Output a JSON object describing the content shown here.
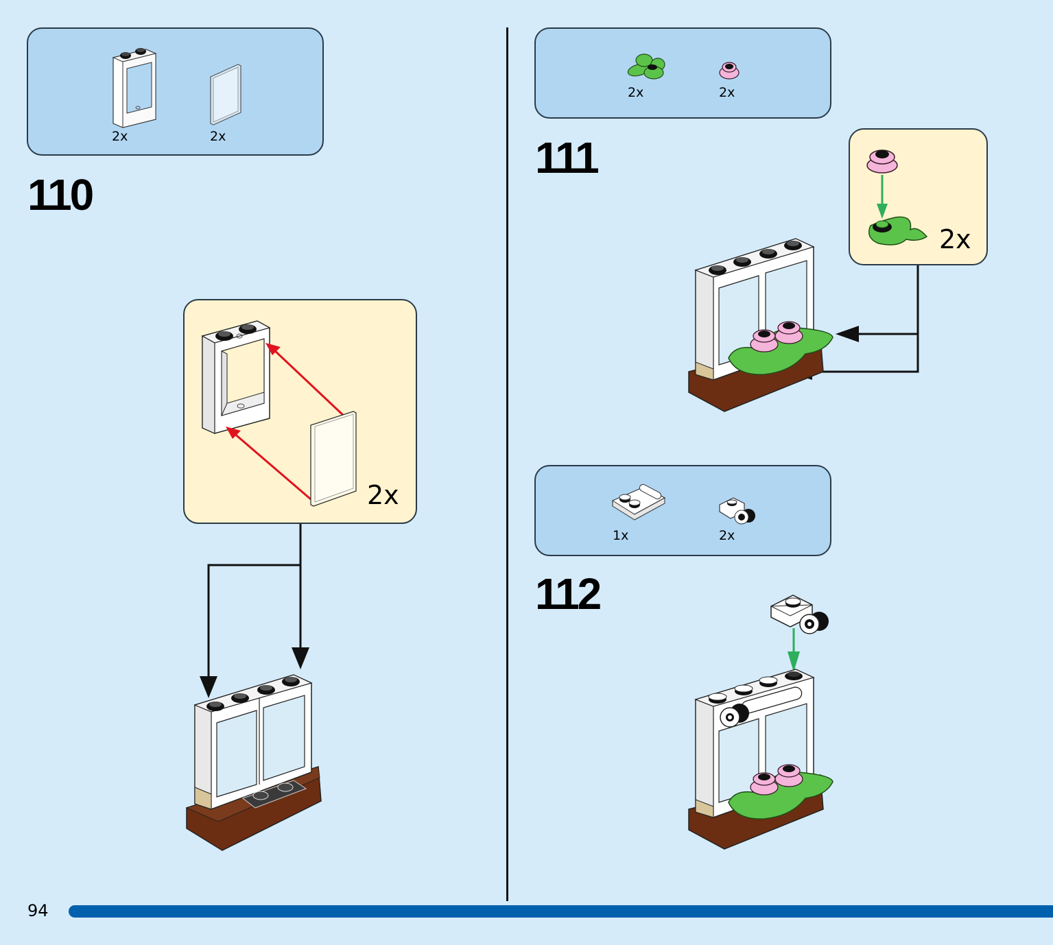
{
  "page": {
    "number": "94",
    "colors": {
      "background": "#d5ebfa",
      "parts_box": "#b1d6f2",
      "callout": "#fff4cf",
      "page_bar": "#0060ae",
      "insert_arrow_red": "#e0141e",
      "insert_arrow_green": "#2fae5c"
    }
  },
  "steps": [
    {
      "number": "110",
      "parts": [
        {
          "name": "window-frame-1x2x3",
          "quantity": "2x"
        },
        {
          "name": "window-glass-pane",
          "quantity": "2x"
        }
      ],
      "callout": {
        "quantity": "2x",
        "description": "Insert glass pane into window frame"
      }
    },
    {
      "number": "111",
      "parts": [
        {
          "name": "plant-leaves-green",
          "quantity": "2x"
        },
        {
          "name": "flower-pink",
          "quantity": "2x"
        }
      ],
      "callout": {
        "quantity": "2x",
        "description": "Attach pink flower onto green leaves"
      }
    },
    {
      "number": "112",
      "parts": [
        {
          "name": "plate-with-bar-handle",
          "quantity": "1x"
        },
        {
          "name": "plate-with-clip",
          "quantity": "2x"
        }
      ]
    }
  ]
}
